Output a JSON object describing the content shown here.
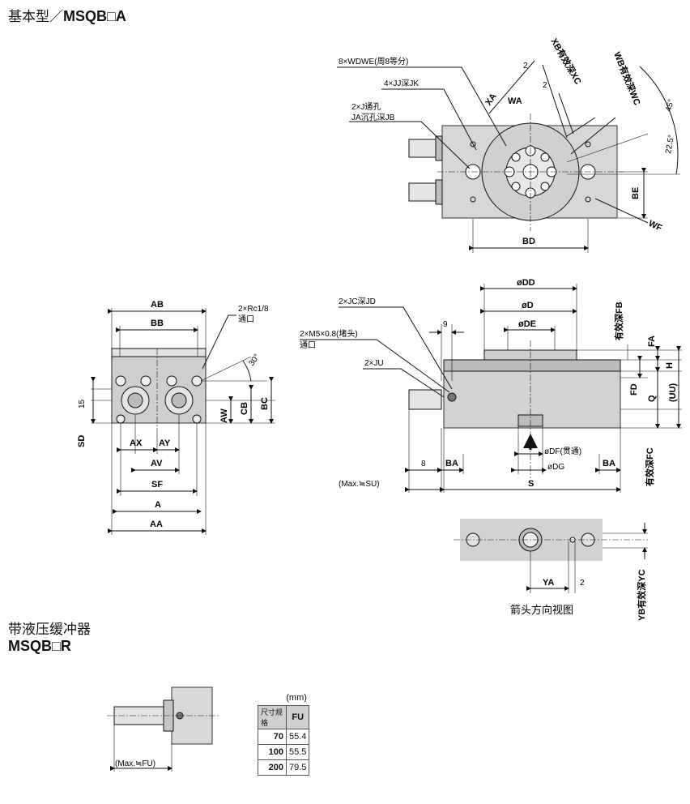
{
  "title_main": {
    "prefix": "基本型／",
    "model": "MSQB□A"
  },
  "title_sub": {
    "line1": "带液压缓冲器",
    "model": "MSQB□R"
  },
  "top_view": {
    "wd": "8×WDWE(周8等分)",
    "jj": "4×JJ深JK",
    "j": "2×J通孔",
    "ja": "JA沉孔深JB",
    "xa": "XA",
    "wa": "WA",
    "two": "2",
    "xb": "XB有效深XC",
    "wb": "WB有效深WC",
    "deg45": "45°",
    "deg22": "22.5°",
    "be": "BE",
    "bd": "BD",
    "wf": "WF"
  },
  "side_view": {
    "ab": "AB",
    "bb": "BB",
    "rc": "2×Rc1/8",
    "tongkou": "通口",
    "deg30": "30°",
    "n15": "15",
    "sd": "SD",
    "aw": "AW",
    "cb": "CB",
    "bc": "BC",
    "ax": "AX",
    "ay": "AY",
    "av": "AV",
    "sf": "SF",
    "a": "A",
    "aa": "AA"
  },
  "front_view": {
    "dd": "øDD",
    "d": "øD",
    "de": "øDE",
    "jc": "2×JC深JD",
    "m5": "2×M5×0.8(堵头)",
    "tongkou": "通口",
    "ju": "2×JU",
    "n9": "9",
    "n8": "8",
    "ba": "BA",
    "df": "øDF(贯通)",
    "dg": "øDG",
    "max_su": "(Max.≒SU)",
    "s": "S",
    "fb": "有效深FB",
    "fa": "FA",
    "h": "H",
    "fd": "FD",
    "q": "Q",
    "uu": "(UU)",
    "fc": "有效深FC"
  },
  "arrow_view": {
    "ya": "YA",
    "two": "2",
    "yb": "YB有效深YC",
    "caption": "箭头方向视图"
  },
  "bottom_view": {
    "max_fu": "(Max.≒FU)"
  },
  "table": {
    "unit": "(mm)",
    "headers": [
      "尺寸规格",
      "FU"
    ],
    "rows": [
      {
        "size": "70",
        "fu": "55.4"
      },
      {
        "size": "100",
        "fu": "55.5"
      },
      {
        "size": "200",
        "fu": "79.5"
      }
    ]
  }
}
